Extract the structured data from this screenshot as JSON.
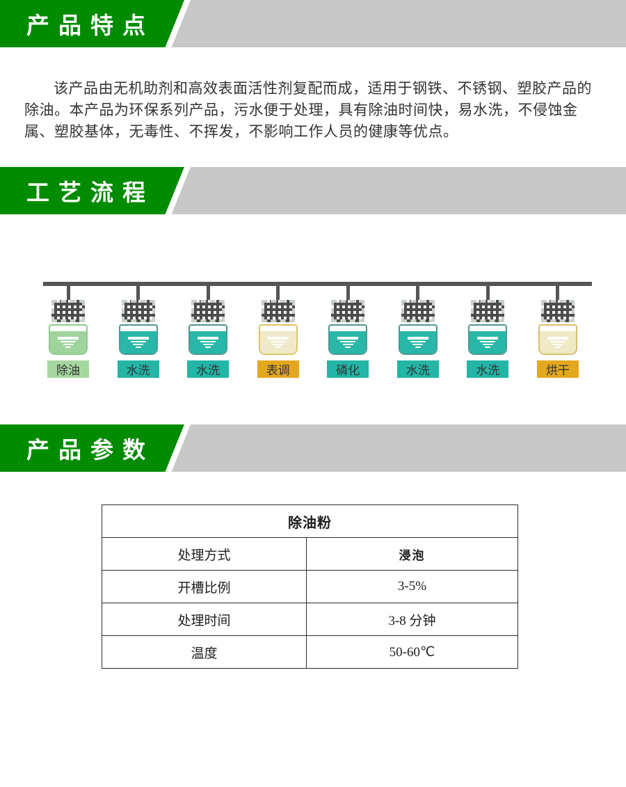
{
  "colors": {
    "accent_green": "#008b00",
    "band_gray": "#c8c8c8",
    "rail_gray": "#555555",
    "teal": "#29b7a9",
    "teal_label": "#23b5a6",
    "light_green": "#9fd49c",
    "gold_label": "#e4a81f",
    "pale_yellow": "#f0eacb"
  },
  "sections": {
    "features": {
      "title": "产品特点",
      "paragraph": "该产品由无机助剂和高效表面活性剂复配而成，适用于钢铁、不锈钢、塑胶产品的除油。本产品为环保系列产品，污水便于处理，具有除油时间快，易水洗，不侵蚀金属、塑胶基体，无毒性、不挥发，不影响工作人员的健康等优点。"
    },
    "process": {
      "title": "工艺流程",
      "steps": [
        {
          "label": "除油",
          "liquid": "#9fd49c",
          "tank_border": "#8ecb8e",
          "label_bg": "#a6d7a0"
        },
        {
          "label": "水洗",
          "liquid": "#29b7a9",
          "tank_border": "#4a9a90",
          "label_bg": "#23b5a6"
        },
        {
          "label": "水洗",
          "liquid": "#29b7a9",
          "tank_border": "#4a9a90",
          "label_bg": "#23b5a6"
        },
        {
          "label": "表调",
          "liquid": "#f0eacb",
          "tank_border": "#e0c468",
          "label_bg": "#e4a81f"
        },
        {
          "label": "磷化",
          "liquid": "#29b7a9",
          "tank_border": "#4a9a90",
          "label_bg": "#23b5a6"
        },
        {
          "label": "水洗",
          "liquid": "#29b7a9",
          "tank_border": "#4a9a90",
          "label_bg": "#23b5a6"
        },
        {
          "label": "水洗",
          "liquid": "#29b7a9",
          "tank_border": "#4a9a90",
          "label_bg": "#23b5a6"
        },
        {
          "label": "烘干",
          "liquid": "#f0e9c6",
          "tank_border": "#d9bd6d",
          "label_bg": "#e4a81f"
        }
      ]
    },
    "params": {
      "title": "产品参数",
      "table": {
        "title": "除油粉",
        "rows": [
          {
            "name": "处理方式",
            "value": "浸泡",
            "bold": true
          },
          {
            "name": "开槽比例",
            "value": "3-5%",
            "bold": false
          },
          {
            "name": "处理时间",
            "value": "3-8 分钟",
            "bold": false
          },
          {
            "name": "温度",
            "value": "50-60℃",
            "bold": false
          }
        ]
      }
    }
  }
}
